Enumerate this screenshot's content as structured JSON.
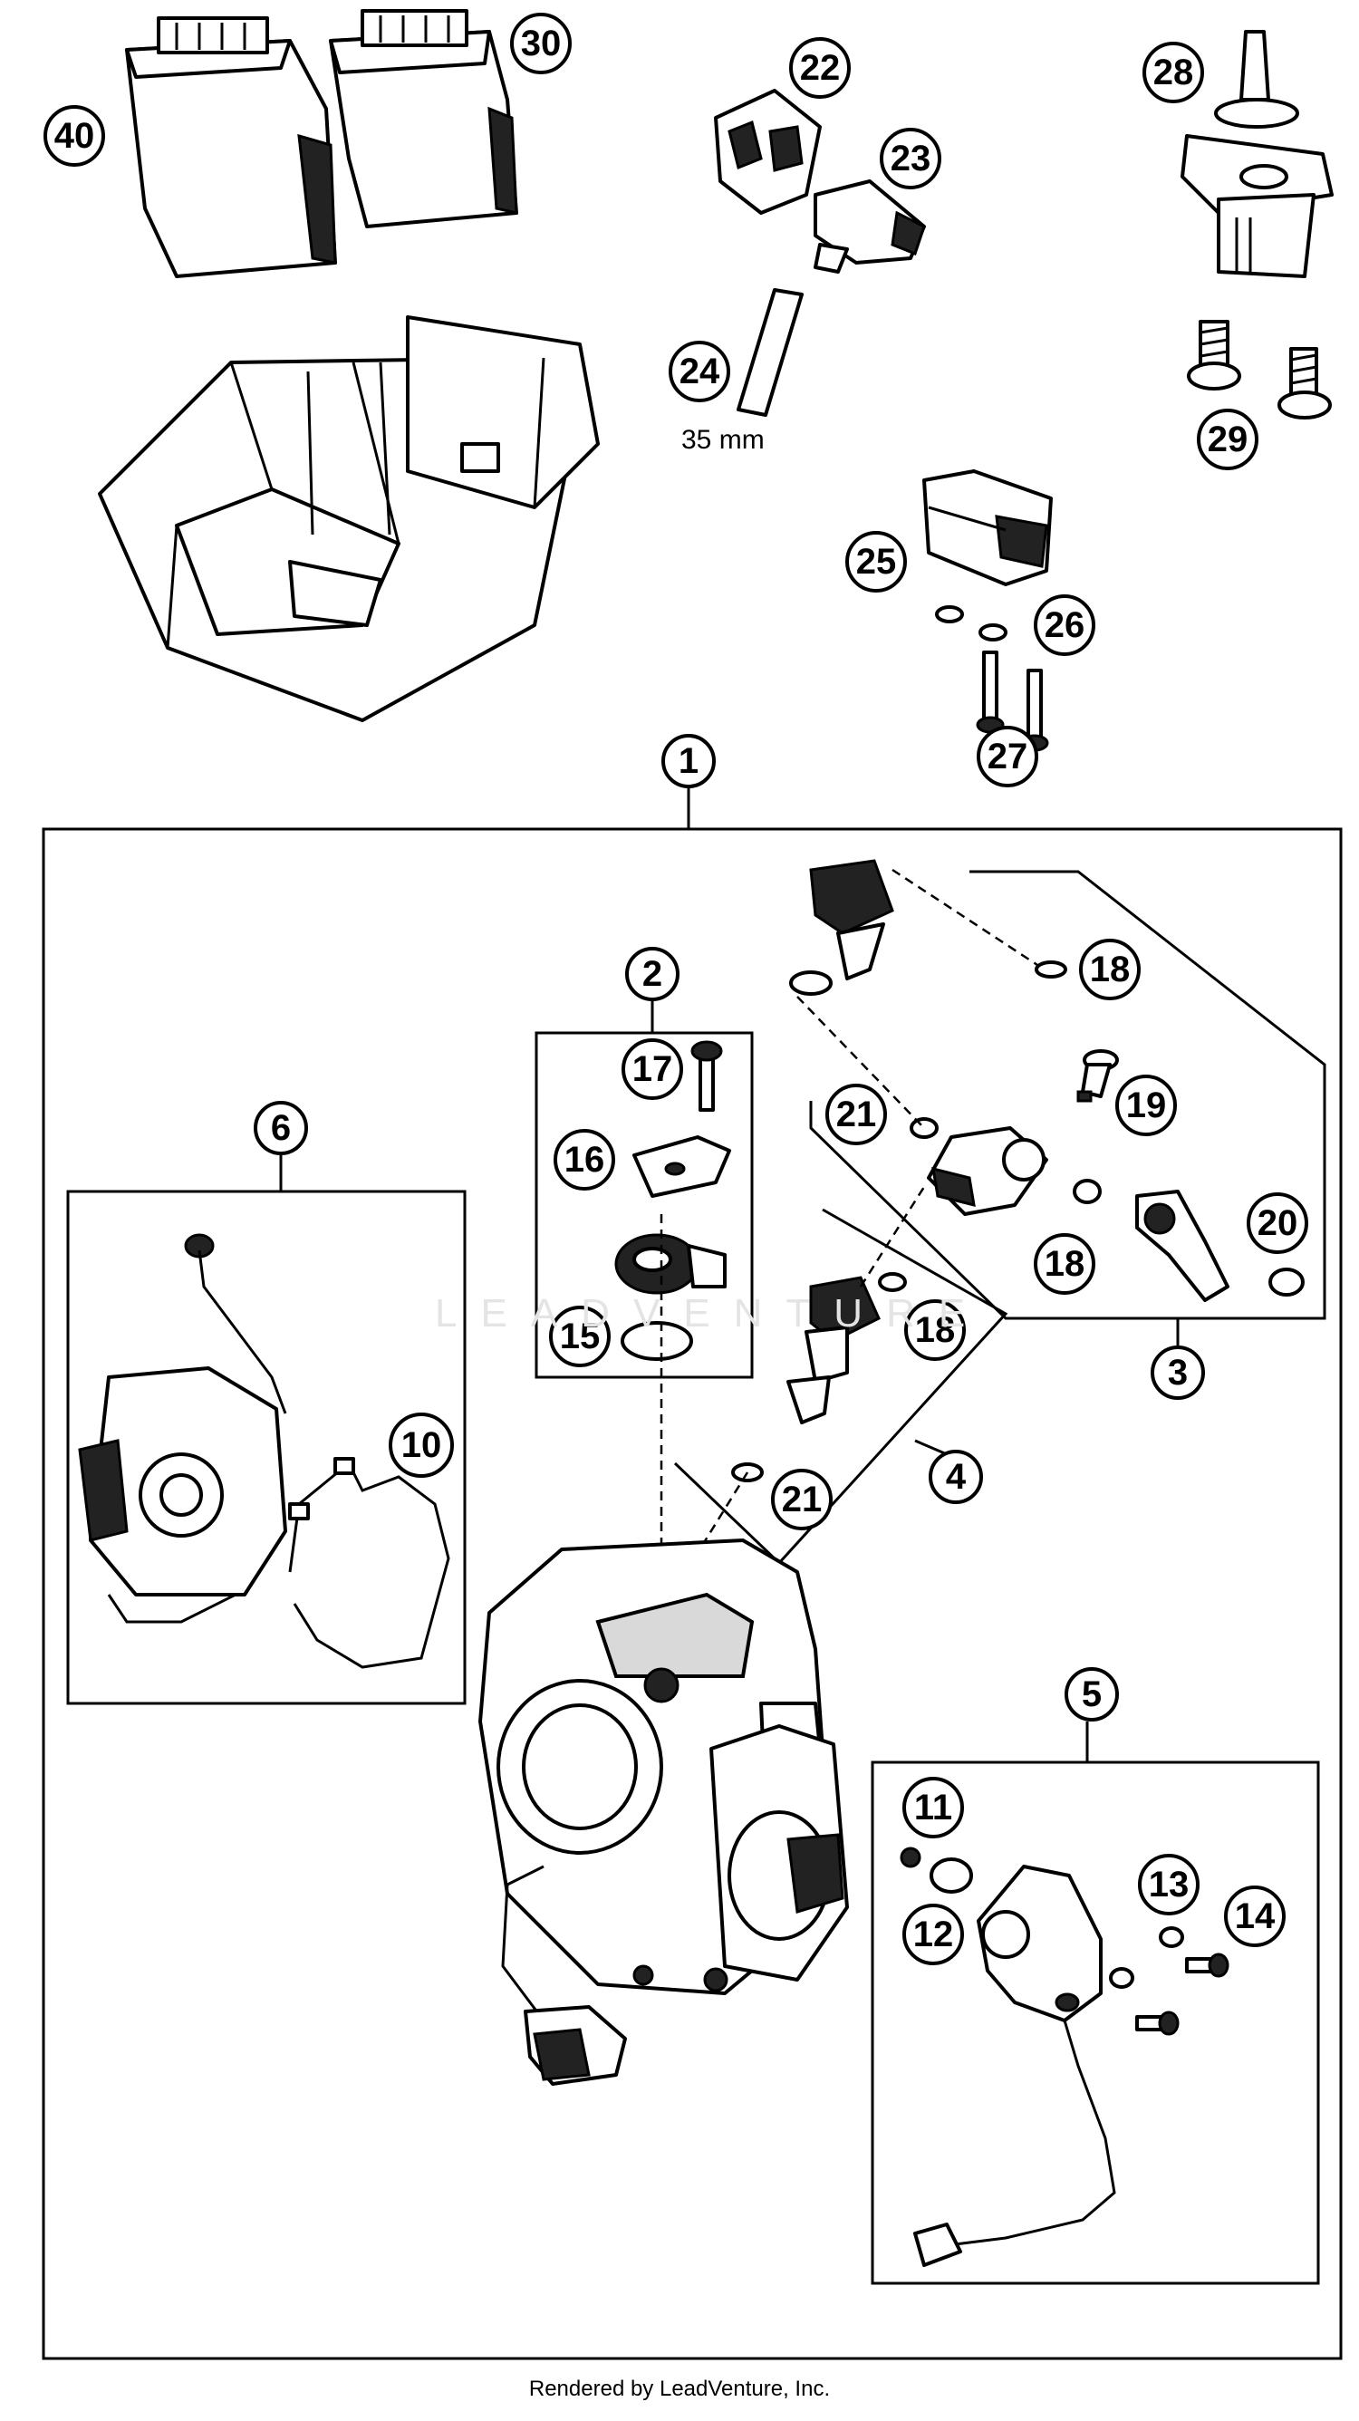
{
  "callouts": [
    "1",
    "2",
    "3",
    "4",
    "5",
    "6",
    "10",
    "11",
    "12",
    "13",
    "14",
    "15",
    "16",
    "17",
    "18",
    "18",
    "18",
    "19",
    "20",
    "21",
    "21",
    "22",
    "23",
    "24",
    "25",
    "26",
    "27",
    "28",
    "29",
    "30",
    "40"
  ],
  "dimension_label": "35 mm",
  "watermark": "LEADVENTURE",
  "footer": "Rendered by LeadVenture, Inc."
}
